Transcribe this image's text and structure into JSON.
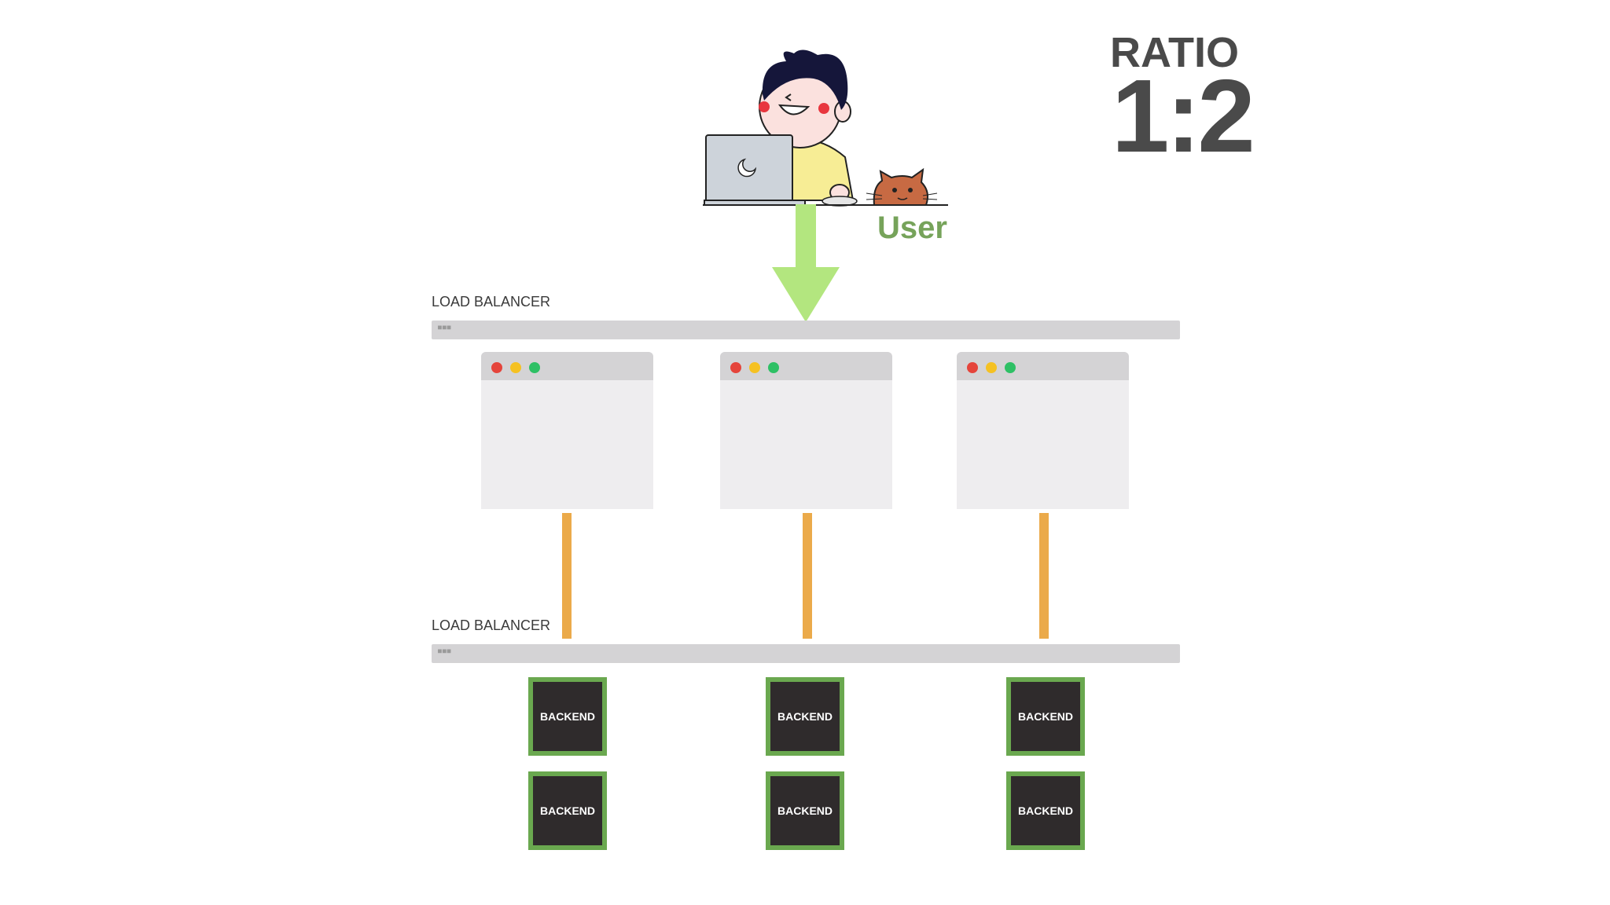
{
  "ratio": {
    "label": "RATIO",
    "value": "1:2"
  },
  "user": {
    "label": "User"
  },
  "load_balancers": [
    {
      "label": "LOAD BALANCER"
    },
    {
      "label": "LOAD BALANCER"
    }
  ],
  "backends": [
    {
      "label": "BACKEND"
    },
    {
      "label": "BACKEND"
    },
    {
      "label": "BACKEND"
    },
    {
      "label": "BACKEND"
    },
    {
      "label": "BACKEND"
    },
    {
      "label": "BACKEND"
    }
  ],
  "colors": {
    "arrow": "#b3e67f",
    "connector": "#ebaa4a",
    "backend_border": "#6aa84f",
    "backend_fill": "#2f2b2c",
    "user_text": "#76a35a"
  },
  "icons": [
    "user-illustration",
    "laptop-icon",
    "cat-icon",
    "down-arrow-icon"
  ]
}
